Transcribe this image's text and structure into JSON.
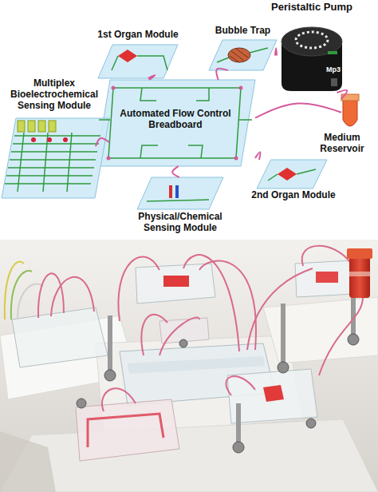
{
  "diagram": {
    "nodes": [
      {
        "text": [
          "Peristaltic Pump",
          "Mp3"
        ]
      },
      {
        "text": [
          "Bubble Trap"
        ]
      },
      {
        "text": [
          "1st Organ Module"
        ]
      },
      {
        "text": [
          "Automated Flow Control Breadboard"
        ]
      },
      {
        "text": [
          "Multiplex Bioelectrochemical Sensing Module"
        ]
      },
      {
        "text": [
          "Medium Reservoir"
        ]
      },
      {
        "text": [
          "2nd Organ Module"
        ]
      },
      {
        "text": [
          "Physical/Chemical Sensing Module"
        ]
      }
    ],
    "edges": [
      {
        "from": 0,
        "to": 1,
        "arrow": "none"
      },
      {
        "from": 0,
        "to": 5,
        "arrow": "none"
      },
      {
        "from": 5,
        "to": 3,
        "arrow": "none"
      },
      {
        "from": 1,
        "to": 3,
        "arrow": "none"
      },
      {
        "from": 2,
        "to": 3,
        "arrow": "none"
      },
      {
        "from": 4,
        "to": 3,
        "arrow": "none"
      },
      {
        "from": 6,
        "to": 3,
        "arrow": "none"
      },
      {
        "from": 7,
        "to": 3,
        "arrow": "none"
      }
    ]
  }
}
